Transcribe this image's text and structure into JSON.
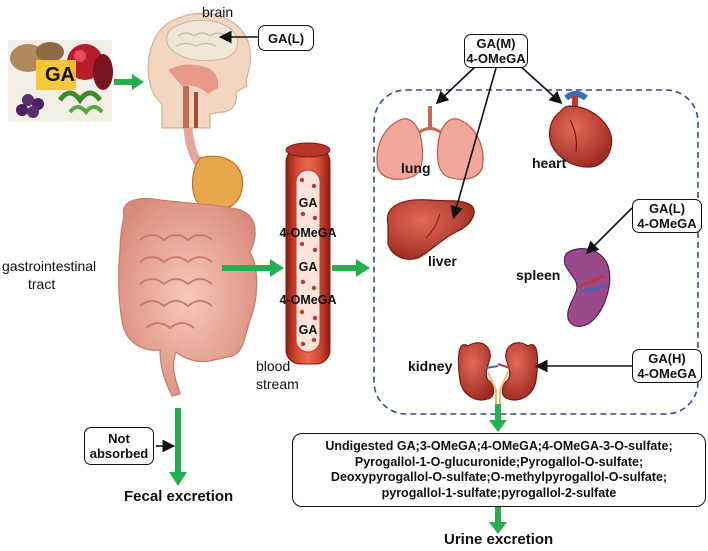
{
  "labels": {
    "brain": "brain",
    "ga_food": "GA",
    "gi_tract_line1": "gastrointestinal",
    "gi_tract_line2": "tract",
    "blood_line1": "blood",
    "blood_line2": "stream",
    "lung": "lung",
    "heart": "heart",
    "liver": "liver",
    "spleen": "spleen",
    "kidney": "kidney",
    "fecal": "Fecal excretion",
    "urine": "Urine excretion"
  },
  "boxes": {
    "brain_box": "GA(L)",
    "lung_heart_box_line1": "GA(M)",
    "lung_heart_box_line2": "4-OMeGA",
    "spleen_box_line1": "GA(L)",
    "spleen_box_line2": "4-OMeGA",
    "kidney_box_line1": "GA(H)",
    "kidney_box_line2": "4-OMeGA",
    "not_absorbed_line1": "Not",
    "not_absorbed_line2": "absorbed"
  },
  "vessel_labels": [
    "GA",
    "4-OMeGA",
    "GA",
    "4-OMeGA",
    "GA"
  ],
  "metabolites": [
    "Undigested GA;3-OMeGA;4-OMeGA;4-OMeGA-3-O-sulfate;",
    "Pyrogallol-1-O-glucuronide;Pyrogallol-O-sulfate;",
    "Deoxypyrogallol-O-sulfate;O-methylpyrogallol-O-sulfate;",
    "pyrogallol-1-sulfate;pyrogallol-2-sulfate"
  ],
  "colors": {
    "green_arrow": "#22b14c",
    "dashed_border": "#2f4f8f",
    "vessel": "#c0392b",
    "organ_red": "#c0392b",
    "skin": "#f2d3b8"
  }
}
